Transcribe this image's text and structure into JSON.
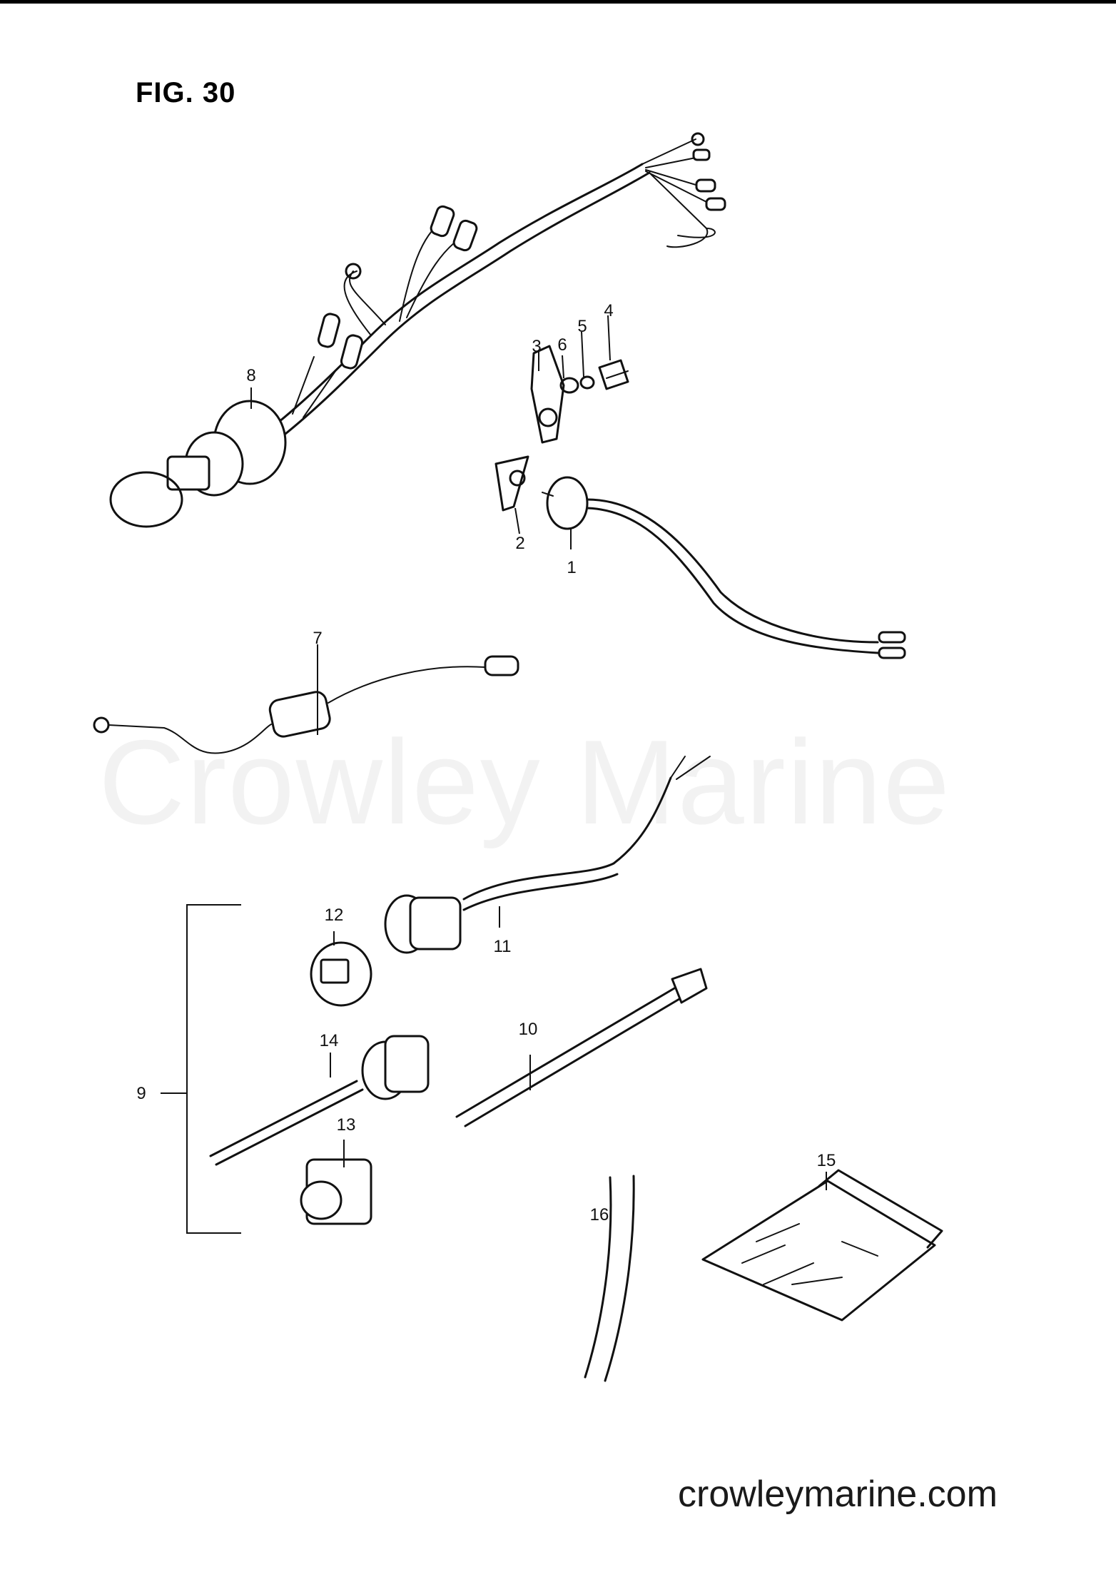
{
  "figure": {
    "title": "FIG. 30"
  },
  "watermark": "Crowley Marine",
  "footer": {
    "website": "crowleymarine.com"
  },
  "callouts": [
    "1",
    "2",
    "3",
    "4",
    "5",
    "6",
    "7",
    "8",
    "9",
    "10",
    "11",
    "12",
    "13",
    "14",
    "15",
    "16"
  ]
}
